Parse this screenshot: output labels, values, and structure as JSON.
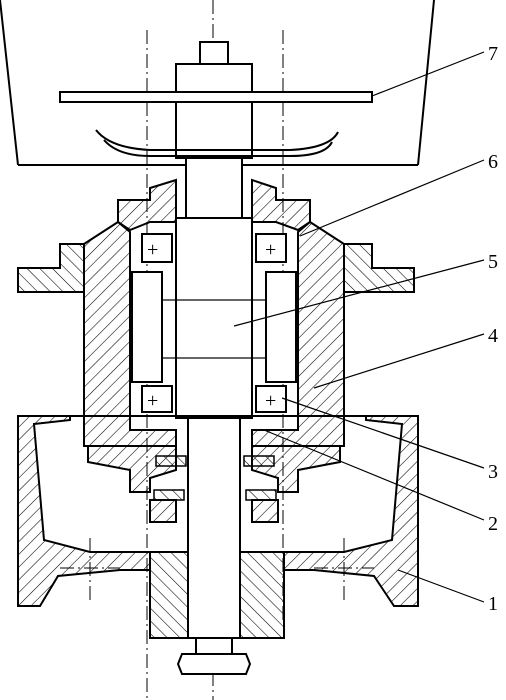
{
  "drawing": {
    "callouts": [
      {
        "id": "1",
        "label": "1"
      },
      {
        "id": "2",
        "label": "2"
      },
      {
        "id": "3",
        "label": "3"
      },
      {
        "id": "4",
        "label": "4"
      },
      {
        "id": "5",
        "label": "5"
      },
      {
        "id": "6",
        "label": "6"
      },
      {
        "id": "7",
        "label": "7"
      }
    ]
  }
}
